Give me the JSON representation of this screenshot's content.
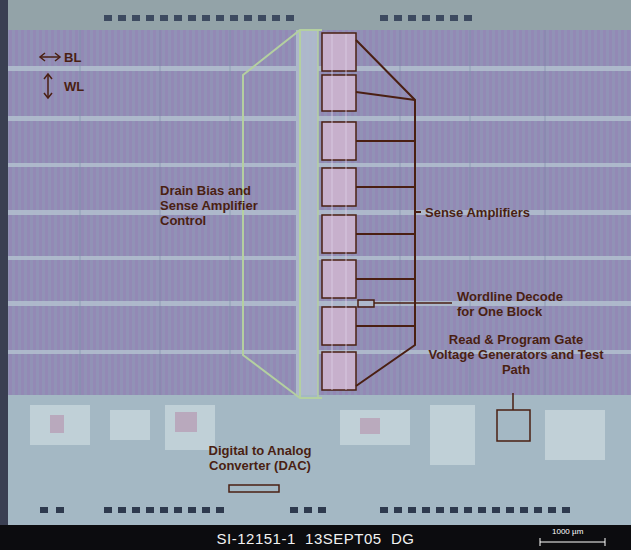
{
  "diagram": {
    "caption": "SI-12151-1  13SEPT05  DG",
    "labels": [
      "BL",
      "WL",
      "Drain Bias and Sense Amplifier Control",
      "Sense Amplifiers",
      "Wordline Decode for One Block",
      "Read & Program Gate Voltage Generators and Test Path",
      "Digital to Analog Converter (DAC)",
      "1000 µm"
    ]
  }
}
